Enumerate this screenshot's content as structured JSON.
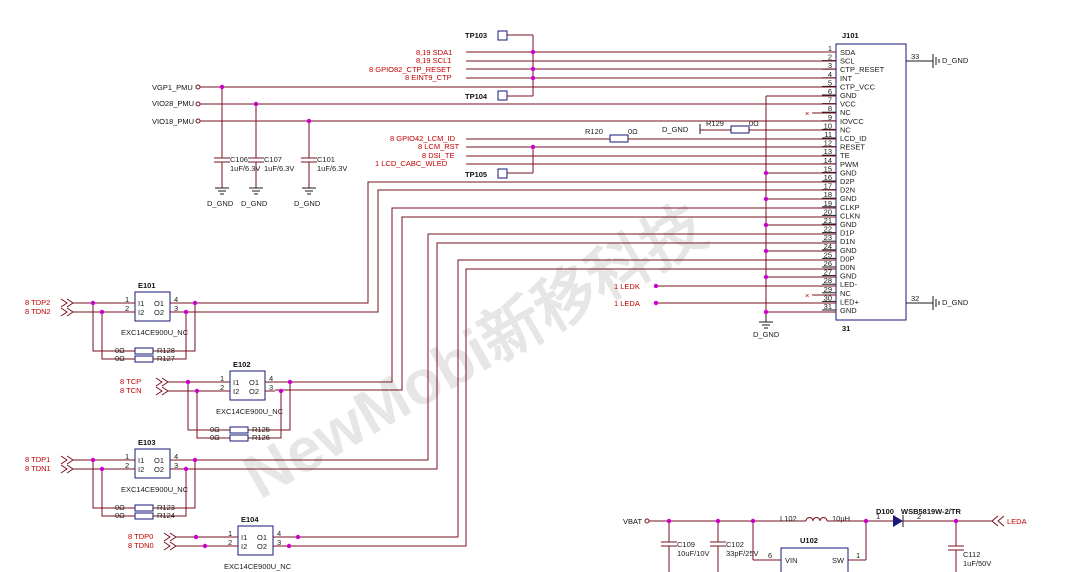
{
  "watermark": "NewMobi新移科技",
  "connector": {
    "ref": "J101",
    "bottom_num": "31",
    "pins": [
      {
        "n": "1",
        "name": "SDA"
      },
      {
        "n": "2",
        "name": "SCL"
      },
      {
        "n": "3",
        "name": "CTP_RESET"
      },
      {
        "n": "4",
        "name": "INT"
      },
      {
        "n": "5",
        "name": "CTP_VCC"
      },
      {
        "n": "6",
        "name": "GND"
      },
      {
        "n": "7",
        "name": "VCC"
      },
      {
        "n": "8",
        "name": "NC"
      },
      {
        "n": "9",
        "name": "IOVCC"
      },
      {
        "n": "10",
        "name": "NC"
      },
      {
        "n": "11",
        "name": "LCD_ID"
      },
      {
        "n": "12",
        "name": "RESET"
      },
      {
        "n": "13",
        "name": "TE"
      },
      {
        "n": "14",
        "name": "PWM"
      },
      {
        "n": "15",
        "name": "GND"
      },
      {
        "n": "16",
        "name": "D2P"
      },
      {
        "n": "17",
        "name": "D2N"
      },
      {
        "n": "18",
        "name": "GND"
      },
      {
        "n": "19",
        "name": "CLKP"
      },
      {
        "n": "20",
        "name": "CLKN"
      },
      {
        "n": "21",
        "name": "GND"
      },
      {
        "n": "22",
        "name": "D1P"
      },
      {
        "n": "23",
        "name": "D1N"
      },
      {
        "n": "24",
        "name": "GND"
      },
      {
        "n": "25",
        "name": "D0P"
      },
      {
        "n": "26",
        "name": "D0N"
      },
      {
        "n": "27",
        "name": "GND"
      },
      {
        "n": "28",
        "name": "LED-"
      },
      {
        "n": "29",
        "name": "NC"
      },
      {
        "n": "30",
        "name": "LED+"
      },
      {
        "n": "31",
        "name": "GND"
      }
    ],
    "pin33": "33",
    "pin32": "32",
    "gnd_33": "D_GND",
    "gnd_32": "D_GND",
    "gnd_bottom": "D_GND"
  },
  "nets": {
    "sda": "8,19  SDA1",
    "scl": "8,19  SCL1",
    "ctp_reset": "8  GPIO82_CTP_RESET",
    "eint": "8  EINT9_CTP",
    "vgp1": "VGP1_PMU",
    "vio28": "VIO28_PMU",
    "vio18": "VIO18_PMU",
    "lcm_id": "8  GPIO42_LCM_ID",
    "lcm_rst": "8  LCM_RST",
    "dsi_te": "8  DSI_TE",
    "cabc": "1  LCD_CABC_WLED",
    "ledk": "1  LEDK",
    "leda": "1  LEDA",
    "dgnd": "D_GND"
  },
  "testpoints": {
    "tp103": "TP103",
    "tp104": "TP104",
    "tp105": "TP105"
  },
  "caps": [
    {
      "ref": "C106",
      "val": "1uF/6.3V"
    },
    {
      "ref": "C107",
      "val": "1uF/6.3V"
    },
    {
      "ref": "C101",
      "val": "1uF/6.3V"
    }
  ],
  "res": {
    "r120": {
      "ref": "R120",
      "val": "0Ω"
    },
    "r129": {
      "ref": "R129",
      "val": "0Ω"
    },
    "dgnd_r129": "D_GND"
  },
  "filters": [
    {
      "ref": "E101",
      "part": "EXC14CE900U_NC",
      "in_p": "8  TDP2",
      "in_n": "8  TDN2",
      "r1": "R128",
      "r2": "R127",
      "rv": "0Ω"
    },
    {
      "ref": "E102",
      "part": "EXC14CE900U_NC",
      "in_p": "8  TCP",
      "in_n": "8  TCN",
      "r1": "R125",
      "r2": "R126",
      "rv": "0Ω"
    },
    {
      "ref": "E103",
      "part": "EXC14CE900U_NC",
      "in_p": "8  TDP1",
      "in_n": "8  TDN1",
      "r1": "R123",
      "r2": "R124",
      "rv": "0Ω"
    },
    {
      "ref": "E104",
      "part": "EXC14CE900U_NC",
      "in_p": "8  TDP0",
      "in_n": "8  TDN0",
      "r1": "",
      "r2": "",
      "rv": ""
    }
  ],
  "filter_pins": {
    "p1": "1",
    "p2": "2",
    "p3": "3",
    "p4": "4",
    "i1": "I1",
    "i2": "I2",
    "o1": "O1",
    "o2": "O2"
  },
  "power": {
    "vbat": "VBAT",
    "c109": "C109",
    "c109v": "10uF/10V",
    "c102": "C102",
    "c102v": "33pF/25V",
    "l102": "L102",
    "l102v": "10μH",
    "u102": "U102",
    "vin": "VIN",
    "sw": "SW",
    "pin6": "6",
    "pin1": "1",
    "d100": "D100",
    "d100v": "WSB5819W-2/TR",
    "d_p1": "1",
    "d_p2": "2",
    "c112": "C112",
    "c112v": "1uF/50V",
    "leda": "LEDA"
  }
}
